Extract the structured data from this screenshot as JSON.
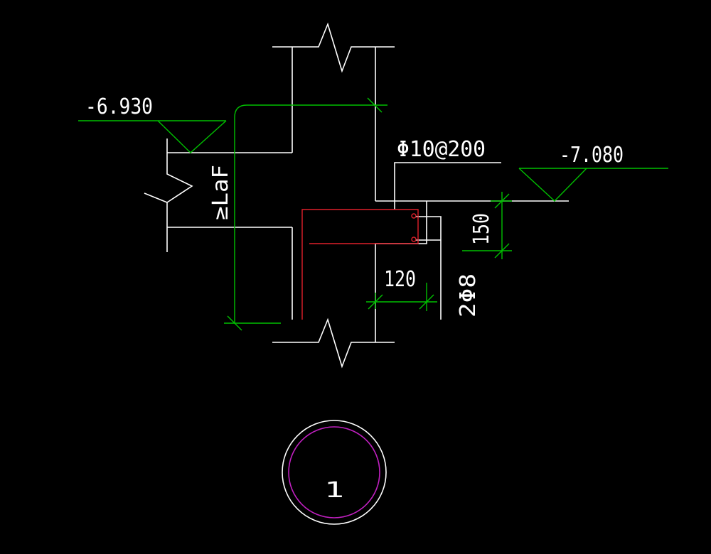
{
  "labels": {
    "elev_left": "-6.930",
    "elev_right": "-7.080",
    "rebar_stirrup": "Φ10@200",
    "anchor_length": "≥LaF",
    "dim_width": "120",
    "dim_height": "150",
    "rebar_bars": "2Φ8",
    "detail_number": "1"
  },
  "colors": {
    "background": "#000000",
    "outline": "#ffffff",
    "rebar_dims": "#00c000",
    "rebar_red": "#e0202a",
    "circle_inner": "#c020c0"
  }
}
